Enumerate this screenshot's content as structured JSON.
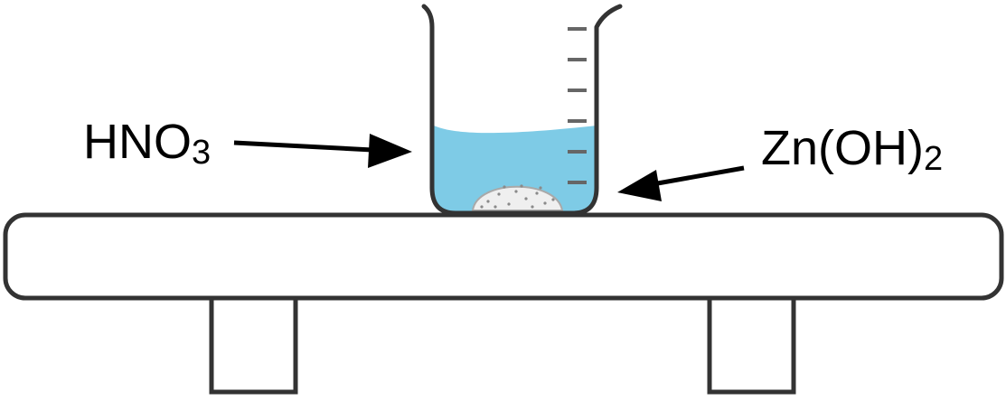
{
  "labels": {
    "left_main": "HNO",
    "left_sub": "3",
    "right_main": "Zn(OH)",
    "right_sub": "2"
  },
  "colors": {
    "outline": "#333333",
    "liquid": "#7ecbe6",
    "precipitate": "#efefef",
    "precipitate_dots": "#8a8a8a",
    "graduation": "#666666",
    "arrow": "#000000"
  }
}
